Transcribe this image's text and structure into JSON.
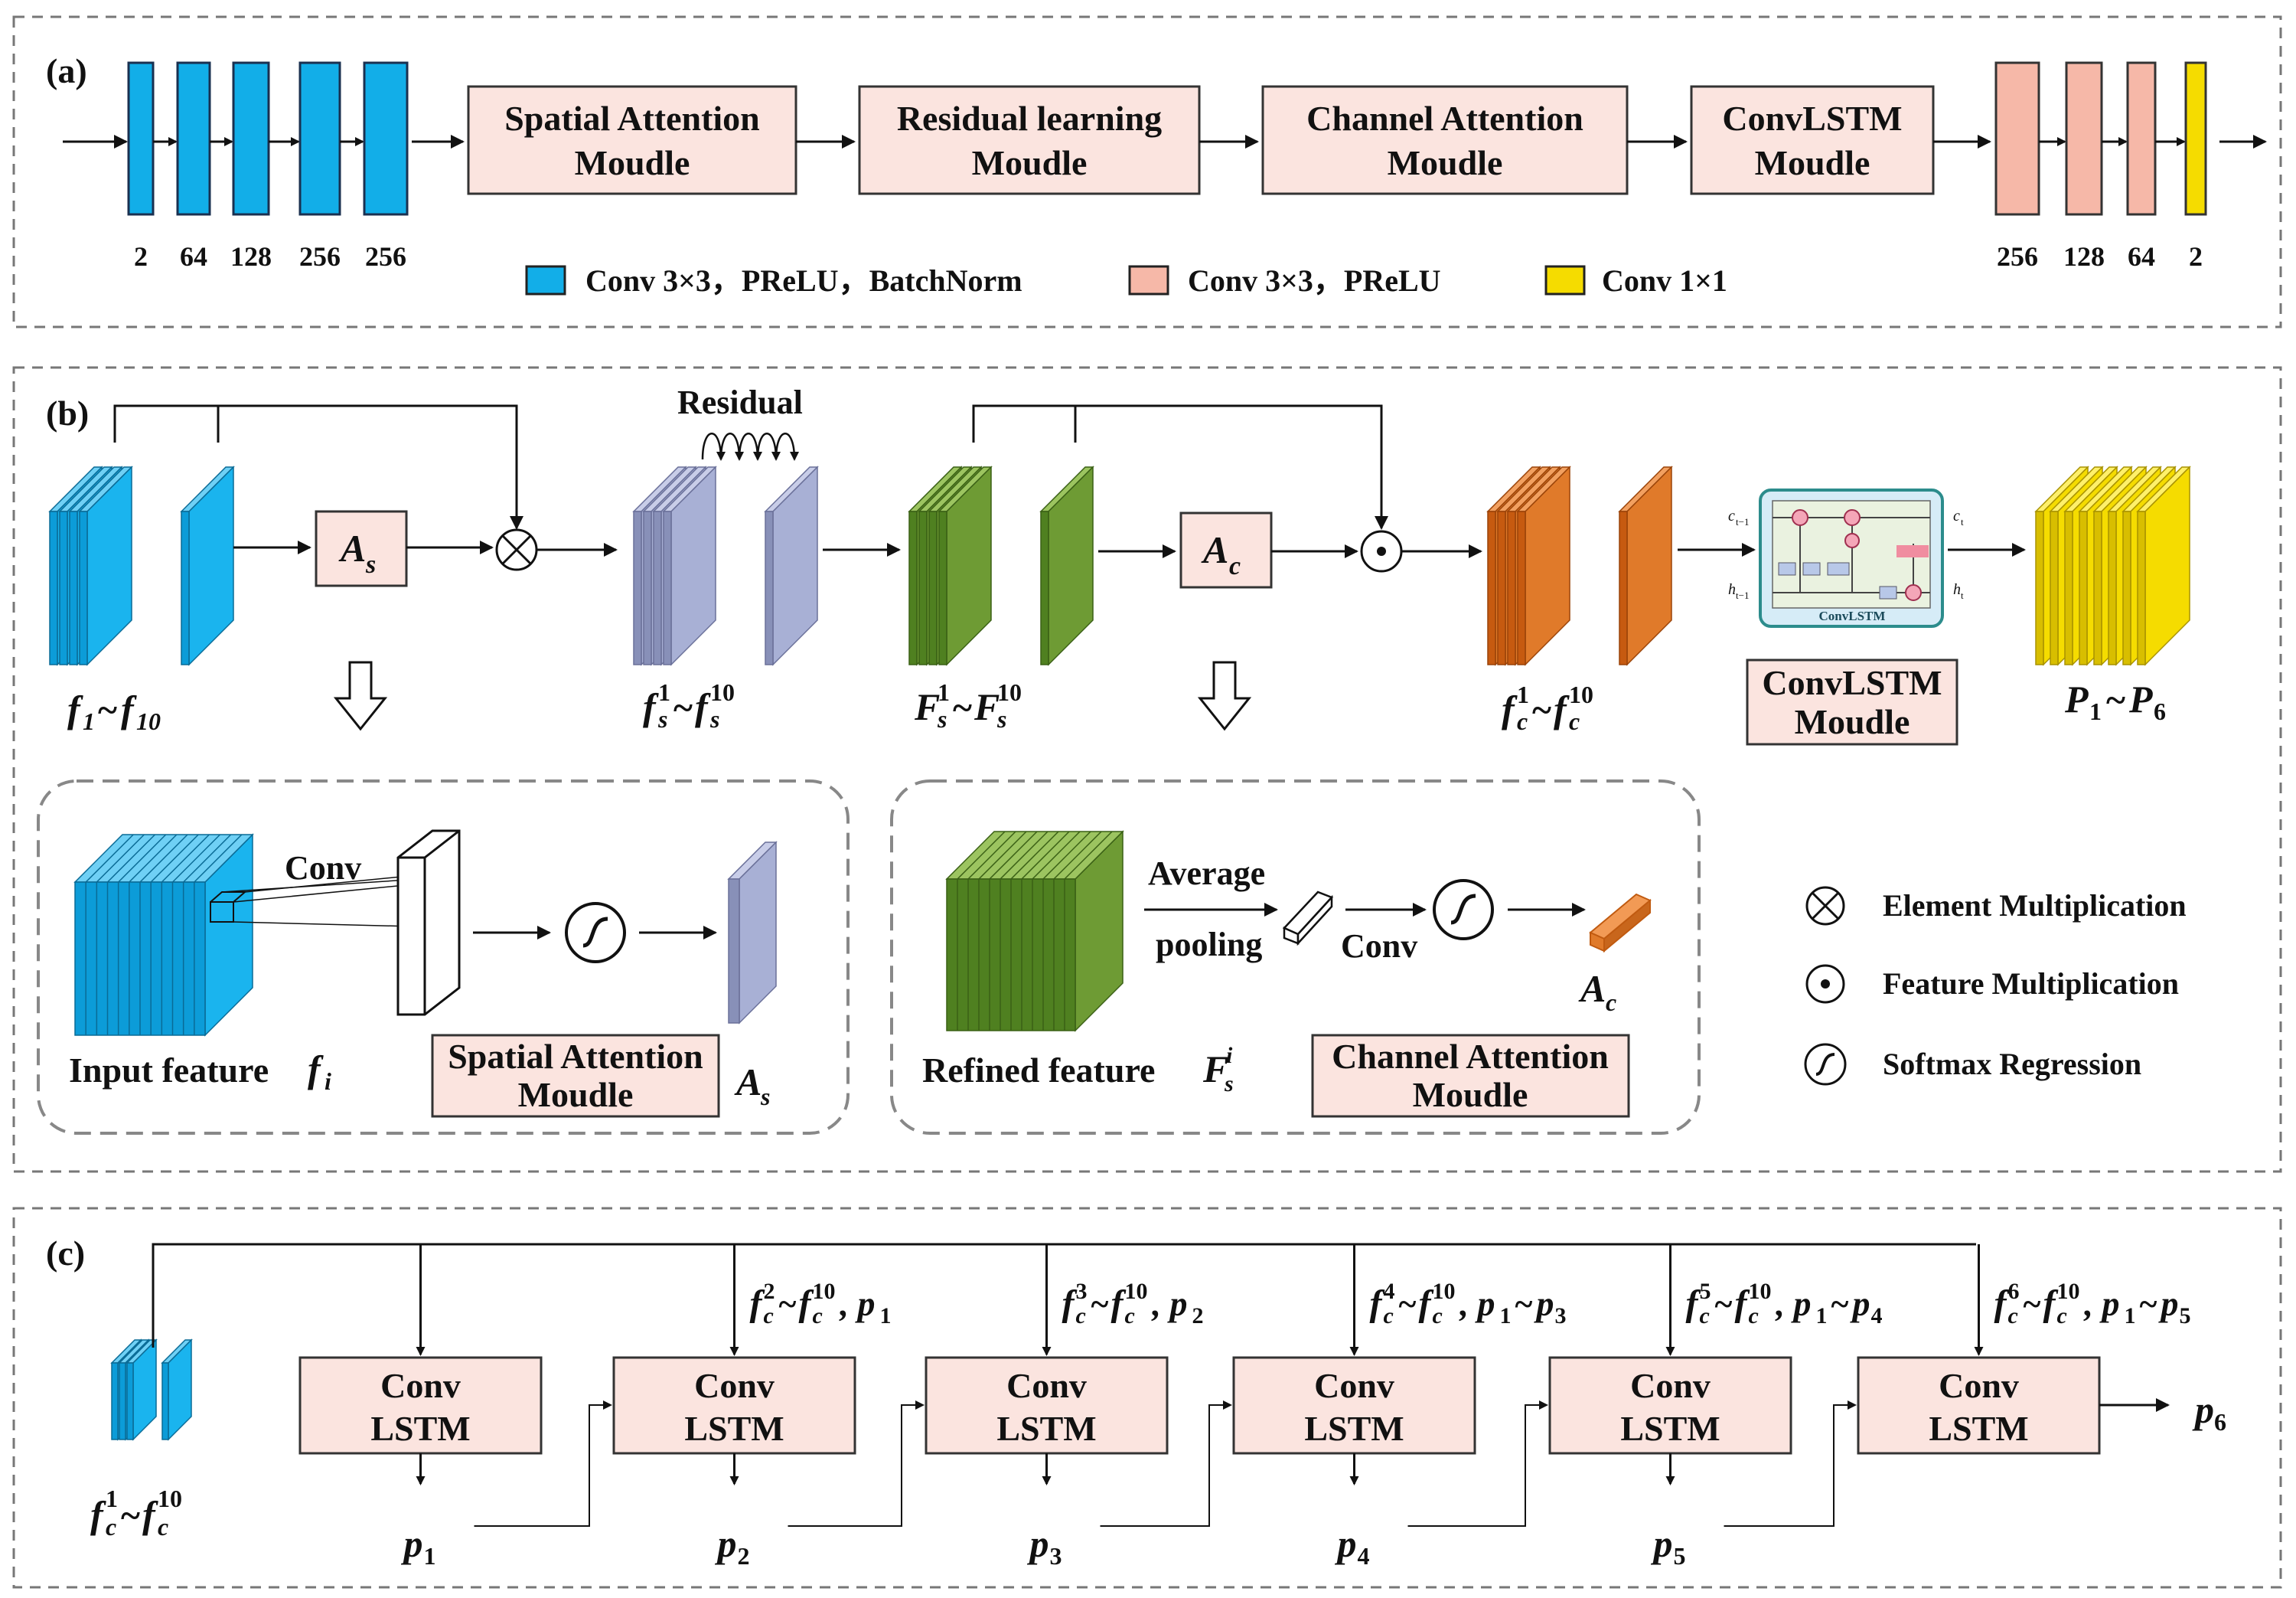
{
  "panel_a": {
    "label": "(a)",
    "encoder_channels": [
      "2",
      "64",
      "128",
      "256",
      "256"
    ],
    "decoder_channels": [
      "256",
      "128",
      "64",
      "2"
    ],
    "modules": [
      {
        "line1": "Spatial Attention",
        "line2": "Moudle"
      },
      {
        "line1": "Residual learning",
        "line2": "Moudle"
      },
      {
        "line1": "Channel Attention",
        "line2": "Moudle"
      },
      {
        "line1": "ConvLSTM",
        "line2": "Moudle"
      }
    ],
    "legend": [
      {
        "text": "Conv 3×3，PReLU，BatchNorm",
        "color": "#12aee8"
      },
      {
        "text": "Conv 3×3，PReLU",
        "color": "#f6b8a8"
      },
      {
        "text": "Conv 1×1",
        "color": "#f5dc00"
      }
    ]
  },
  "panel_b": {
    "label": "(b)",
    "residual_label": "Residual",
    "attention_s": "A",
    "attention_s_sub": "s",
    "attention_c": "A",
    "attention_c_sub": "c",
    "feat_f": {
      "main": "f",
      "sub1": "1",
      "tilde": "~",
      "sub2": "10"
    },
    "feat_fs": {
      "main": "f",
      "sub": "s",
      "sup1": "1",
      "sup2": "10"
    },
    "feat_Fs": {
      "main": "F",
      "sub": "s",
      "sup1": "1",
      "sup2": "10"
    },
    "feat_fc": {
      "main": "f",
      "sub": "c",
      "sup1": "1",
      "sup2": "10"
    },
    "feat_P": {
      "main": "P",
      "sub1": "1",
      "sub2": "6"
    },
    "convlstm_box": {
      "line1": "ConvLSTM",
      "line2": "Moudle"
    },
    "convlstm_cell": {
      "title": "ConvLSTM",
      "c_prev": "c",
      "c_prev_sub": "t−1",
      "c_next": "c",
      "c_next_sub": "t",
      "h_prev": "h",
      "h_prev_sub": "t−1",
      "h_next": "h",
      "h_next_sub": "t"
    },
    "spatial_detail": {
      "conv_label": "Conv",
      "input_label": "Input feature",
      "input_symbol": "f",
      "input_sub": "i",
      "module_line1": "Spatial Attention",
      "module_line2": "Moudle",
      "output": "A",
      "output_sub": "s"
    },
    "channel_detail": {
      "pool_line1": "Average",
      "pool_line2": "pooling",
      "conv_label": "Conv",
      "refined_label": "Refined feature",
      "refined_symbol": "F",
      "refined_sub": "s",
      "refined_sup": "i",
      "module_line1": "Channel Attention",
      "module_line2": "Moudle",
      "output": "A",
      "output_sub": "c"
    },
    "legend": [
      {
        "symbol": "otimes",
        "text": "Element Multiplication"
      },
      {
        "symbol": "odot",
        "text": "Feature Multiplication"
      },
      {
        "symbol": "softmax",
        "text": "Softmax Regression"
      }
    ]
  },
  "panel_c": {
    "label": "(c)",
    "input": {
      "main": "f",
      "sub": "c",
      "sup1": "1",
      "sup2": "10"
    },
    "cell": {
      "line1": "Conv",
      "line2": "LSTM"
    },
    "outputs": [
      "1",
      "2",
      "3",
      "4",
      "5",
      "6"
    ],
    "inputs": [
      {
        "sup": "2",
        "tail": ", p",
        "tail_sub": "1",
        "range_end": ""
      },
      {
        "sup": "3",
        "tail": ", p",
        "tail_sub": "2",
        "range_end": ""
      },
      {
        "sup": "4",
        "tail": ", p",
        "tail_sub": "1",
        "range_end": "3"
      },
      {
        "sup": "5",
        "tail": ", p",
        "tail_sub": "1",
        "range_end": "4"
      },
      {
        "sup": "6",
        "tail": ", p",
        "tail_sub": "1",
        "range_end": "5"
      }
    ]
  },
  "colors": {
    "blue": "#12aee8",
    "lavender": "#9aa3c8",
    "green": "#6e9b34",
    "orange": "#e07a2a",
    "yellow": "#f5dc00",
    "pink_box": "#fbe4df",
    "salmon": "#f6b8a8"
  }
}
